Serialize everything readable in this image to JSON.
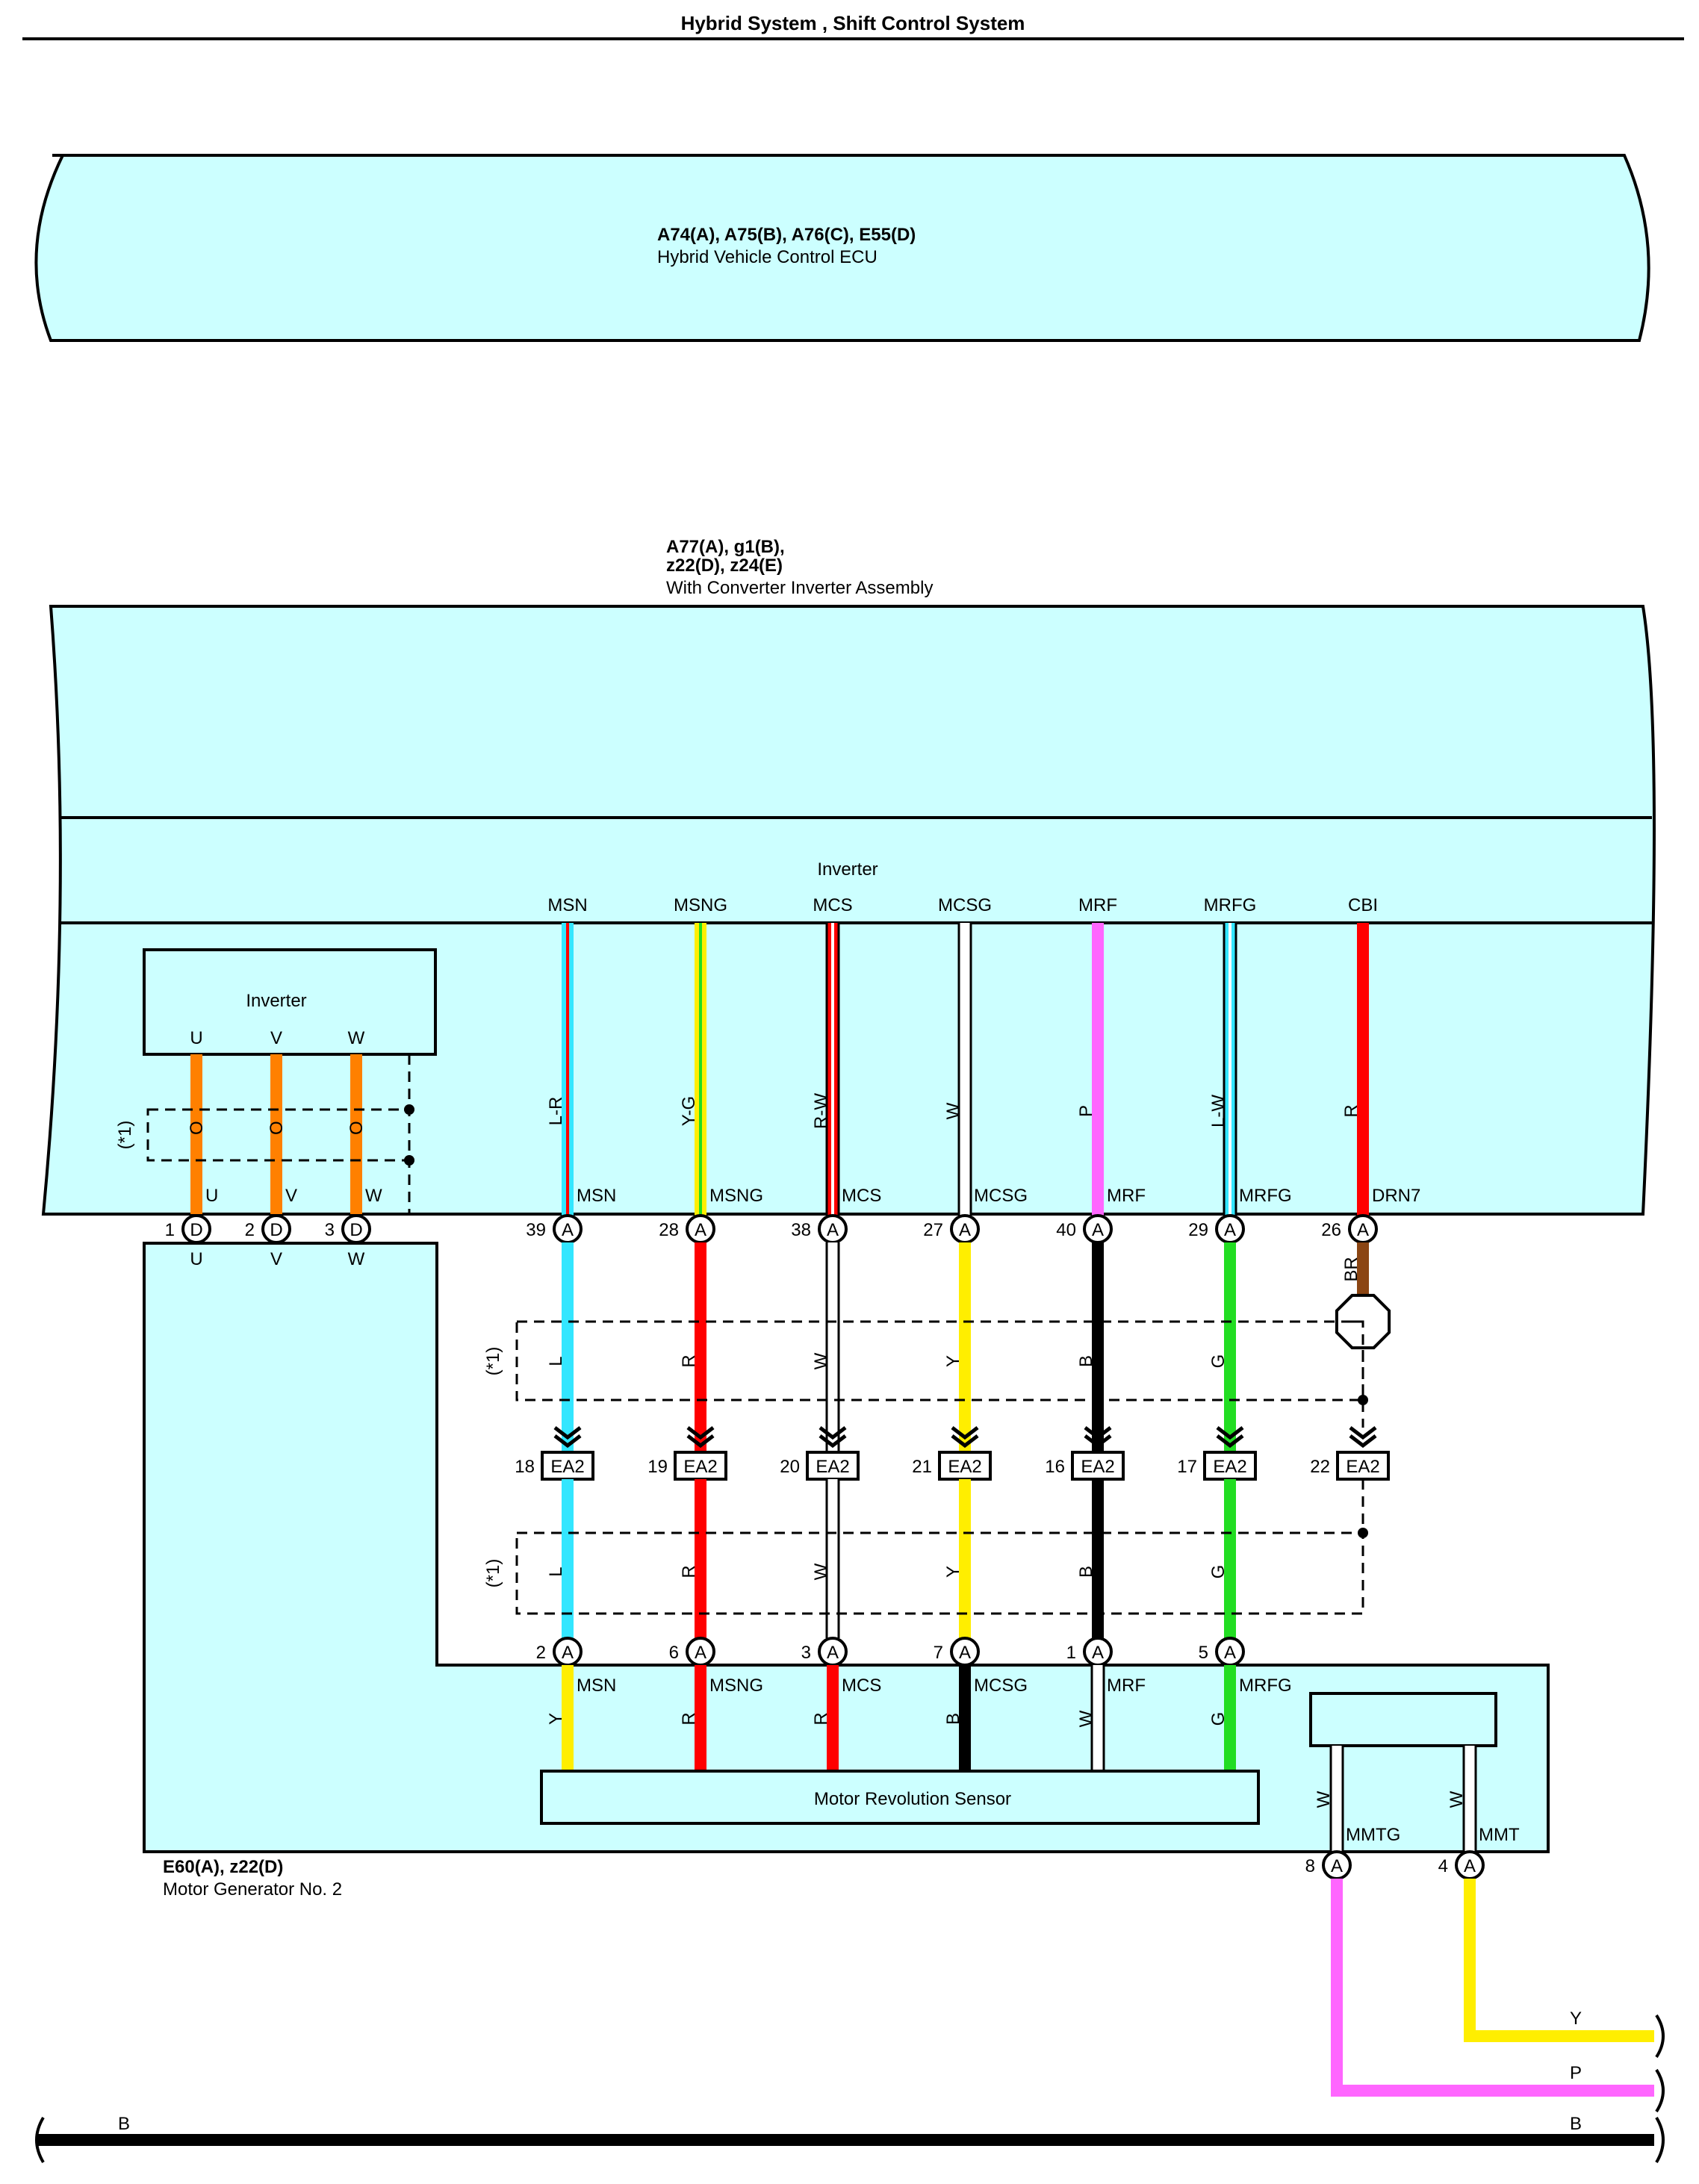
{
  "header": {
    "title": "Hybrid System , Shift Control System"
  },
  "components": {
    "ecu": {
      "connectors": "A74(A), A75(B), A76(C), E55(D)",
      "name": "Hybrid Vehicle Control ECU"
    },
    "inverter_assembly": {
      "connectors_line1": "A77(A), g1(B),",
      "connectors_line2": "z22(D), z24(E)",
      "name": "With Converter Inverter Assembly",
      "section_label": "Inverter"
    },
    "inner_inverter": {
      "name": "Inverter",
      "phases": [
        "U",
        "V",
        "W"
      ]
    },
    "motor_generator": {
      "connectors": "E60(A), z22(D)",
      "name": "Motor Generator No. 2"
    },
    "sensor": {
      "name": "Motor Revolution Sensor"
    }
  },
  "note_label": "(*1)",
  "power_wires": [
    {
      "term": "U",
      "pin": "1",
      "conn": "D",
      "color_code": "O",
      "hex": "#ff8000"
    },
    {
      "term": "V",
      "pin": "2",
      "conn": "D",
      "color_code": "O",
      "hex": "#ff8000"
    },
    {
      "term": "W",
      "pin": "3",
      "conn": "D",
      "color_code": "O",
      "hex": "#ff8000"
    }
  ],
  "signal_wires": [
    {
      "top_label": "MSN",
      "inv_code": "L-R",
      "inv_hex": "#33e6ff",
      "inv_stripe": "#ff0000",
      "inv_term": "MSN",
      "inv_pin": "39",
      "mid_code": "L",
      "mid_hex": "#33e6ff",
      "mid_stripe": "",
      "ea2_pin": "18",
      "mg_pin": "2",
      "mg_code": "Y",
      "mg_hex": "#ffee00",
      "mg_term": "MSN"
    },
    {
      "top_label": "MSNG",
      "inv_code": "Y-G",
      "inv_hex": "#ffee00",
      "inv_stripe": "#22dd22",
      "inv_term": "MSNG",
      "inv_pin": "28",
      "mid_code": "R",
      "mid_hex": "#ff0000",
      "mid_stripe": "",
      "ea2_pin": "19",
      "mg_pin": "6",
      "mg_code": "R",
      "mg_hex": "#ff0000",
      "mg_term": "MSNG"
    },
    {
      "top_label": "MCS",
      "inv_code": "R-W",
      "inv_hex": "#ff0000",
      "inv_stripe": "#ffffff",
      "inv_term": "MCS",
      "inv_pin": "38",
      "mid_code": "W",
      "mid_hex": "#ffffff",
      "mid_stripe": "",
      "ea2_pin": "20",
      "mg_pin": "3",
      "mg_code": "R",
      "mg_hex": "#ff0000",
      "mg_term": "MCS"
    },
    {
      "top_label": "MCSG",
      "inv_code": "W",
      "inv_hex": "#ffffff",
      "inv_stripe": "",
      "inv_term": "MCSG",
      "inv_pin": "27",
      "mid_code": "Y",
      "mid_hex": "#ffee00",
      "mid_stripe": "",
      "ea2_pin": "21",
      "mg_pin": "7",
      "mg_code": "B",
      "mg_hex": "#000000",
      "mg_term": "MCSG"
    },
    {
      "top_label": "MRF",
      "inv_code": "P",
      "inv_hex": "#ff66ff",
      "inv_stripe": "",
      "inv_term": "MRF",
      "inv_pin": "40",
      "mid_code": "B",
      "mid_hex": "#000000",
      "mid_stripe": "",
      "ea2_pin": "16",
      "mg_pin": "1",
      "mg_code": "W",
      "mg_hex": "#ffffff",
      "mg_term": "MRF"
    },
    {
      "top_label": "MRFG",
      "inv_code": "L-W",
      "inv_hex": "#33e6ff",
      "inv_stripe": "#ffffff",
      "inv_term": "MRFG",
      "inv_pin": "29",
      "mid_code": "G",
      "mid_hex": "#22dd22",
      "mid_stripe": "",
      "ea2_pin": "17",
      "mg_pin": "5",
      "mg_code": "G",
      "mg_hex": "#22dd22",
      "mg_term": "MRFG"
    }
  ],
  "shield_wire": {
    "top_label": "CBI",
    "inv_code": "R",
    "inv_hex": "#ff0000",
    "inv_term": "DRN7",
    "inv_pin": "26",
    "code": "BR",
    "hex": "#8b4513",
    "ea2_pin": "22"
  },
  "ea2_label": "EA2",
  "conn_A": "A",
  "thermistor": {
    "wires": [
      {
        "code": "W",
        "hex": "#ffffff",
        "term": "MMTG",
        "pin": "8",
        "out_code": "P",
        "out_hex": "#ff66ff"
      },
      {
        "code": "W",
        "hex": "#ffffff",
        "term": "MMT",
        "pin": "4",
        "out_code": "Y",
        "out_hex": "#ffee00"
      }
    ]
  },
  "ground": {
    "code_left": "B",
    "code_right": "B"
  }
}
